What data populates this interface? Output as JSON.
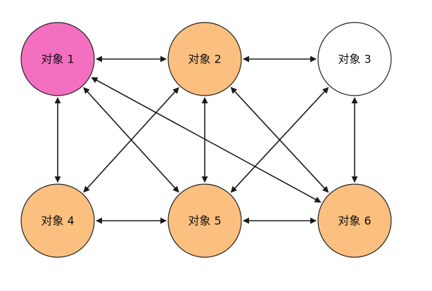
{
  "nodes": [
    {
      "id": "n1",
      "label": "对象 1",
      "color": "#f36fc0"
    },
    {
      "id": "n2",
      "label": "对象 2",
      "color": "#fbbf7f"
    },
    {
      "id": "n3",
      "label": "对象 3",
      "color": "#ffffff"
    },
    {
      "id": "n4",
      "label": "对象 4",
      "color": "#fbbf7f"
    },
    {
      "id": "n5",
      "label": "对象 5",
      "color": "#fbbf7f"
    },
    {
      "id": "n6",
      "label": "对象 6",
      "color": "#fbbf7f"
    }
  ],
  "edges": [
    {
      "from": "n1",
      "to": "n2"
    },
    {
      "from": "n2",
      "to": "n3"
    },
    {
      "from": "n1",
      "to": "n4"
    },
    {
      "from": "n2",
      "to": "n5"
    },
    {
      "from": "n3",
      "to": "n6"
    },
    {
      "from": "n4",
      "to": "n5"
    },
    {
      "from": "n5",
      "to": "n6"
    },
    {
      "from": "n1",
      "to": "n5"
    },
    {
      "from": "n1",
      "to": "n6"
    },
    {
      "from": "n2",
      "to": "n4"
    },
    {
      "from": "n2",
      "to": "n6"
    },
    {
      "from": "n3",
      "to": "n5"
    }
  ]
}
